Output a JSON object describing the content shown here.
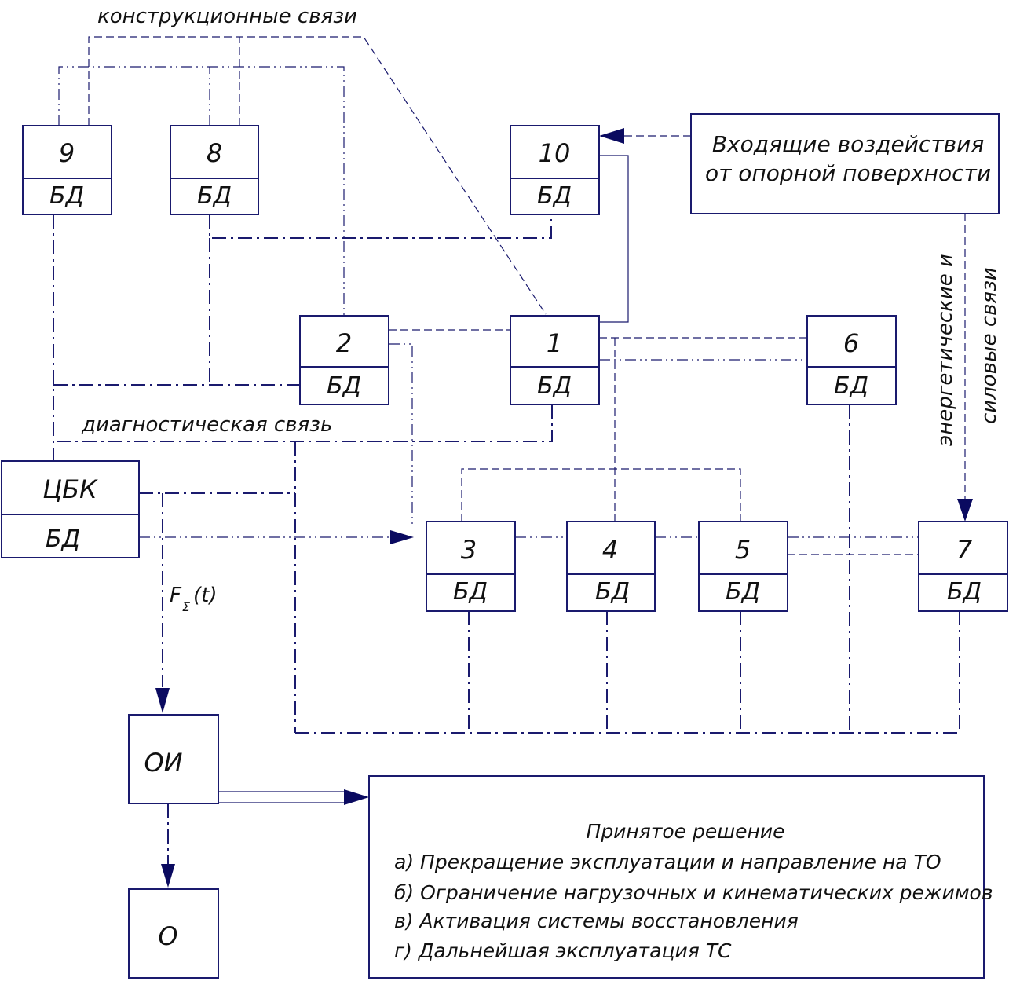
{
  "blocks": {
    "b9": {
      "number": "9",
      "sub": "БД"
    },
    "b8": {
      "number": "8",
      "sub": "БД"
    },
    "b10": {
      "number": "10",
      "sub": "БД"
    },
    "b2": {
      "number": "2",
      "sub": "БД"
    },
    "b1": {
      "number": "1",
      "sub": "БД"
    },
    "b6": {
      "number": "6",
      "sub": "БД"
    },
    "cbk": {
      "number": "ЦБК",
      "sub": "БД"
    },
    "b3": {
      "number": "3",
      "sub": "БД"
    },
    "b4": {
      "number": "4",
      "sub": "БД"
    },
    "b5": {
      "number": "5",
      "sub": "БД"
    },
    "b7": {
      "number": "7",
      "sub": "БД"
    },
    "oi": {
      "label": "ОИ"
    },
    "o": {
      "label": "О"
    }
  },
  "incoming": {
    "line1": "Входящие воздействия",
    "line2": "от опорной поверхности"
  },
  "labels": {
    "structural": "конструкционные связи",
    "diagnostic": "диагностическая связь",
    "energy_line1": "энергетические и",
    "energy_line2": "силовые связи",
    "force": "F",
    "force_sub": "Σ",
    "force_arg": "(t)"
  },
  "decision": {
    "title": "Принятое решение",
    "items": [
      "а) Прекращение эксплуатации и направление на ТО",
      "б) Ограничение нагрузочных и кинематических режимов",
      "в) Активация системы восстановления",
      "г) Дальнейшая эксплуатация ТС"
    ]
  }
}
